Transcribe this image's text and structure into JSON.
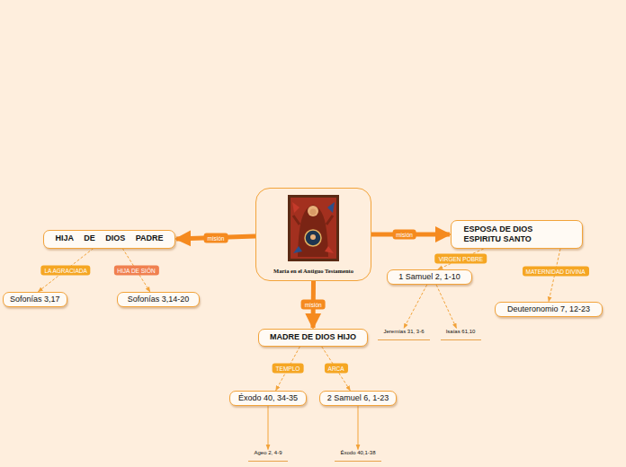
{
  "diagram": {
    "nodes": [
      {
        "text": [
          "María en el Antiguo Testamento"
        ]
      },
      {
        "text": [
          "HIJA DE DIOS PADRE"
        ]
      },
      {
        "text": [
          "ESPOSA DE DIOS ESPIRITU SANTO"
        ]
      },
      {
        "text": [
          "Sofonías 3,17"
        ]
      },
      {
        "text": [
          "Sofonías 3,14-20"
        ]
      },
      {
        "text": [
          "1 Samuel 2, 1-10"
        ]
      },
      {
        "text": [
          "Deuteronomio 7, 12-23"
        ]
      },
      {
        "text": [
          "MADRE DE DIOS HIJO"
        ]
      },
      {
        "text": [
          "Jeremías 31, 3-6"
        ]
      },
      {
        "text": [
          "Isaías 61,10"
        ]
      },
      {
        "text": [
          "Éxodo 40, 34-35"
        ]
      },
      {
        "text": [
          "2 Samuel 6, 1-23"
        ]
      },
      {
        "text": [
          "Ageo 2, 4-9"
        ]
      },
      {
        "text": [
          "Éxodo 40,1-38"
        ]
      }
    ],
    "edges": [
      {
        "from": 0,
        "to": 1,
        "label": "misión",
        "arrow": "to"
      },
      {
        "from": 0,
        "to": 2,
        "label": "misión",
        "arrow": "to"
      },
      {
        "from": 0,
        "to": 7,
        "label": "misión",
        "arrow": "to"
      },
      {
        "from": 1,
        "to": 3,
        "label": "LA AGRACIADA",
        "arrow": "to"
      },
      {
        "from": 1,
        "to": 4,
        "label": "HIJA DE SIÓN",
        "arrow": "to"
      },
      {
        "from": 2,
        "to": 5,
        "label": "VIRGEN POBRE",
        "arrow": "to"
      },
      {
        "from": 2,
        "to": 6,
        "label": "MATERNIDAD DIVINA",
        "arrow": "to"
      },
      {
        "from": 5,
        "to": 8,
        "arrow": "to"
      },
      {
        "from": 5,
        "to": 9,
        "arrow": "to"
      },
      {
        "from": 7,
        "to": 10,
        "label": "TEMPLO",
        "arrow": "to"
      },
      {
        "from": 7,
        "to": 11,
        "label": "ARCA",
        "arrow": "to"
      },
      {
        "from": 10,
        "to": 12,
        "arrow": "to"
      },
      {
        "from": 11,
        "to": 13,
        "arrow": "to"
      }
    ]
  }
}
